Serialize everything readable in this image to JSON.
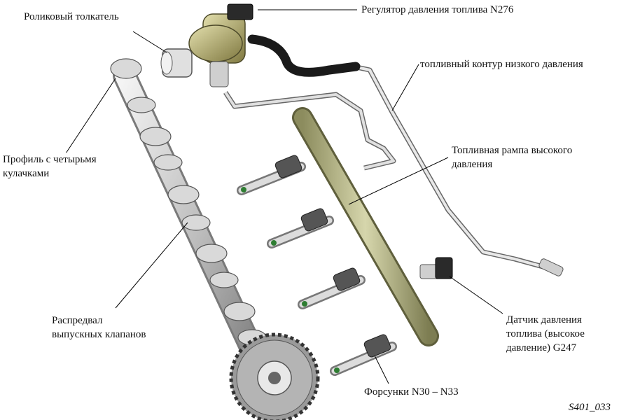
{
  "labels": {
    "roller_follower": "Роликовый толкатель",
    "pressure_regulator": "Регулятор давления топлива N276",
    "low_pressure_circuit": "топливный контур низкого давления",
    "cam_profile_line1": "Профиль с четырьмя",
    "cam_profile_line2": "кулачками",
    "fuel_rail_line1": "Топливная рампа высокого",
    "fuel_rail_line2": "давления",
    "camshaft_line1": "Распредвал",
    "camshaft_line2": "выпускных клапанов",
    "sensor_line1": "Датчик давления",
    "sensor_line2": "топлива (высокое",
    "sensor_line3": "давление) G247",
    "injectors": "Форсунки N30 – N33"
  },
  "figure_ref": "S401_033",
  "colors": {
    "metal_light": "#e6e6e6",
    "metal_dark": "#8a8a8a",
    "rail_green": "#b9b98a",
    "pump_olive": "#b8b070",
    "hose_black": "#1a1a1a",
    "leader": "#000000"
  }
}
